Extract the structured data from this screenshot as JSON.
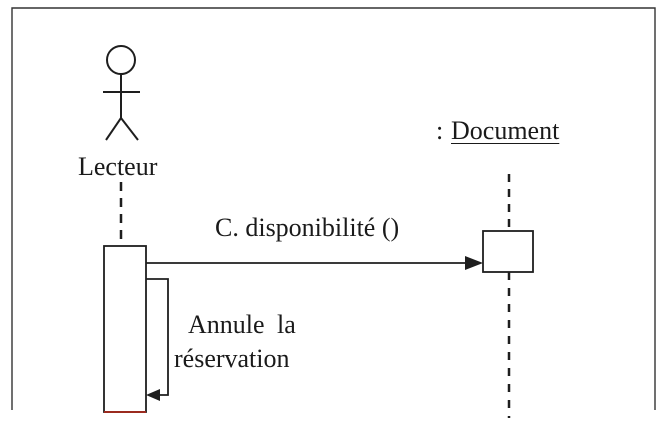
{
  "diagram": {
    "type": "sequence",
    "actor": {
      "label": "Lecteur"
    },
    "object": {
      "prefix": ":",
      "name": "Document"
    },
    "messages": [
      {
        "label": "C. disponibilité ()",
        "from": "Lecteur",
        "to": "Document",
        "kind": "sync-call"
      },
      {
        "label_line1": "Annule la",
        "label_line2": "réservation",
        "from": "Lecteur",
        "to": "Lecteur",
        "kind": "self-call"
      }
    ],
    "colors": {
      "line": "#1e1e1e",
      "frame": "#333333",
      "activation_bottom": "#9b2b1f"
    }
  }
}
